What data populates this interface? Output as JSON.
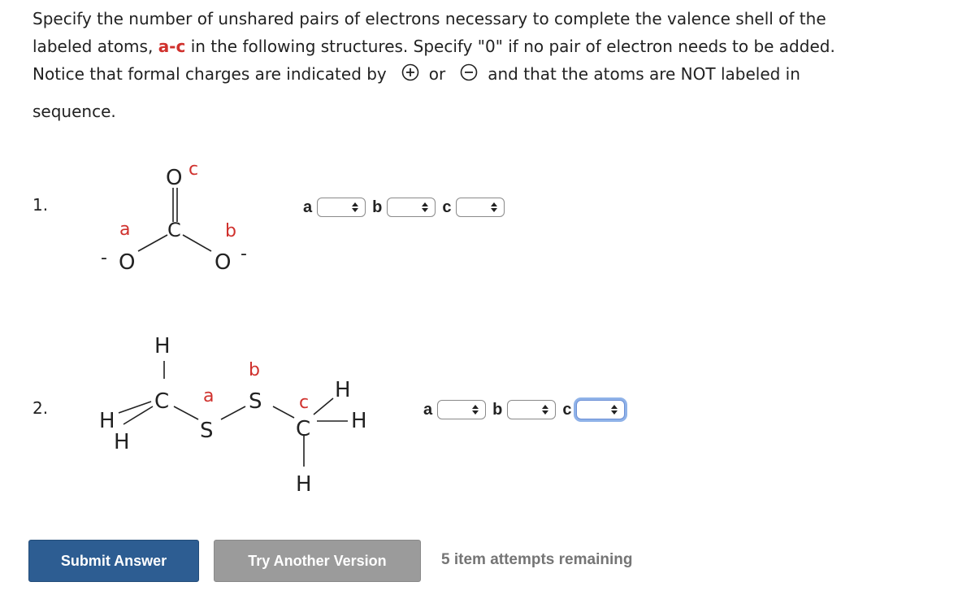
{
  "prompt": {
    "line1": "Specify the number of unshared pairs of electrons necessary to complete the valence shell of the",
    "line2_pre": "labeled atoms, ",
    "line2_highlight": "a-c",
    "line2_post": " in the following structures. Specify \"0\" if no pair of electron needs to be added.",
    "line3_pre": "Notice that formal charges are indicated by",
    "line3_or": "or",
    "line3_post": "and that the atoms are NOT labeled in",
    "line4": "sequence."
  },
  "questions": [
    {
      "number": "1.",
      "structure": {
        "O_top": "O",
        "label_c": "c",
        "C_center": "C",
        "label_a": "a",
        "label_b": "b",
        "O_left": "O",
        "O_right": "O",
        "charge_left": "-",
        "charge_right": "-"
      },
      "answers": [
        {
          "label": "a",
          "value": ""
        },
        {
          "label": "b",
          "value": ""
        },
        {
          "label": "c",
          "value": ""
        }
      ]
    },
    {
      "number": "2.",
      "structure": {
        "H_top": "H",
        "C_left": "C",
        "H_left": "H",
        "H_left_low": "H",
        "label_a": "a",
        "S_mid": "S",
        "label_b": "b",
        "S_right": "S",
        "label_c": "c",
        "C_right": "C",
        "H_right_top": "H",
        "H_right": "H",
        "H_bottom": "H"
      },
      "answers": [
        {
          "label": "a",
          "value": ""
        },
        {
          "label": "b",
          "value": ""
        },
        {
          "label": "c",
          "value": ""
        }
      ]
    }
  ],
  "buttons": {
    "submit": "Submit Answer",
    "try_another": "Try Another Version"
  },
  "attempts": "5 item attempts remaining",
  "colors": {
    "label_red": "#d0312d",
    "submit_bg": "#2d5d92",
    "try_bg": "#9b9b9b",
    "focus_ring": "#8fb2e8"
  }
}
